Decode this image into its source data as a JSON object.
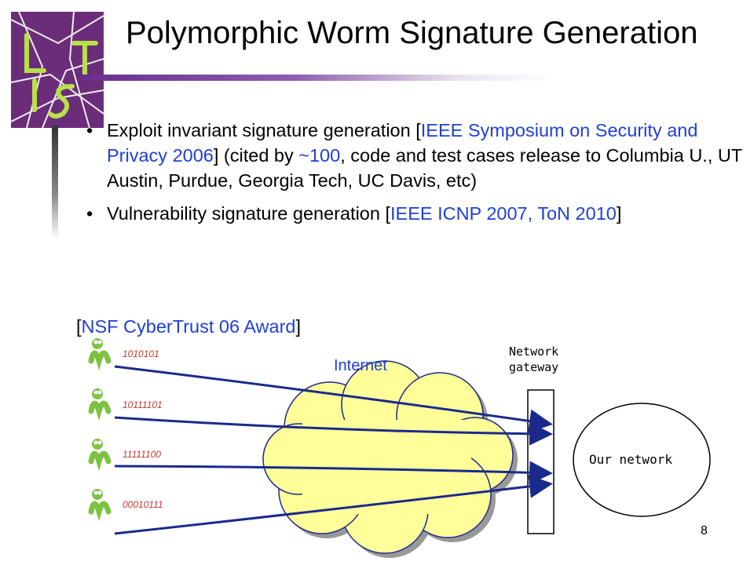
{
  "slide": {
    "title": "Polymorphic Worm Signature Generation",
    "page_number": "8"
  },
  "bullets": [
    {
      "pre": "Exploit invariant signature generation [",
      "cite": "IEEE Symposium on Security and Privacy 2006",
      "mid": "] (cited by ",
      "cite2": "~100",
      "post": ", code and test cases release to Columbia U., UT Austin, Purdue, Georgia Tech, UC Davis, etc)"
    },
    {
      "pre": "Vulnerability signature generation [",
      "cite": "IEEE ICNP 2007, ToN 2010",
      "post": "]"
    }
  ],
  "award": {
    "open": "[",
    "text": "NSF CyberTrust 06 Award",
    "close": "]"
  },
  "diagram": {
    "internet_label": "Internet",
    "gateway_label_line1": "Network",
    "gateway_label_line2": "gateway",
    "network_label": "Our network",
    "worms": [
      {
        "code": "1010101"
      },
      {
        "code": "10111101"
      },
      {
        "code": "11111100"
      },
      {
        "code": "00010111"
      }
    ],
    "colors": {
      "cloud_fill": "#ffff99",
      "arrow": "#1a2a8c",
      "worm_green": "#7dc242",
      "code_text": "#c0392b",
      "citation_blue": "#1f3fd6",
      "title_rule": "#6b2d8f"
    }
  }
}
